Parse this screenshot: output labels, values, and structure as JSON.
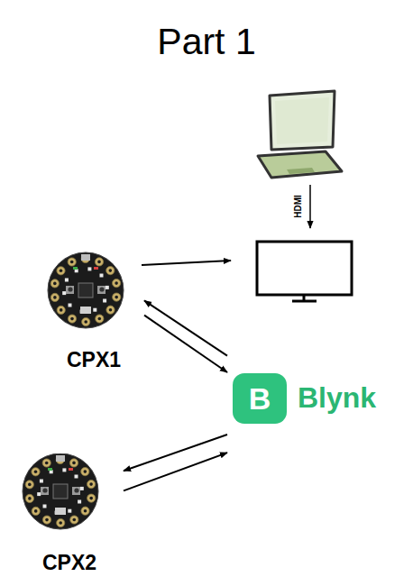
{
  "diagram": {
    "title": "Part 1",
    "nodes": [
      {
        "text": [
          "CPX1"
        ]
      },
      {
        "text": [
          "B",
          "Blynk"
        ]
      },
      {
        "text": [
          "CPX2"
        ]
      }
    ],
    "edges": [
      {
        "from": 0,
        "to": 1,
        "arrow": "to"
      },
      {
        "from": 1,
        "to": 0,
        "arrow": "to"
      },
      {
        "from": 1,
        "to": 2,
        "arrow": "to"
      },
      {
        "from": 2,
        "to": 1,
        "arrow": "to"
      }
    ],
    "labels": [
      "HDMI"
    ]
  }
}
